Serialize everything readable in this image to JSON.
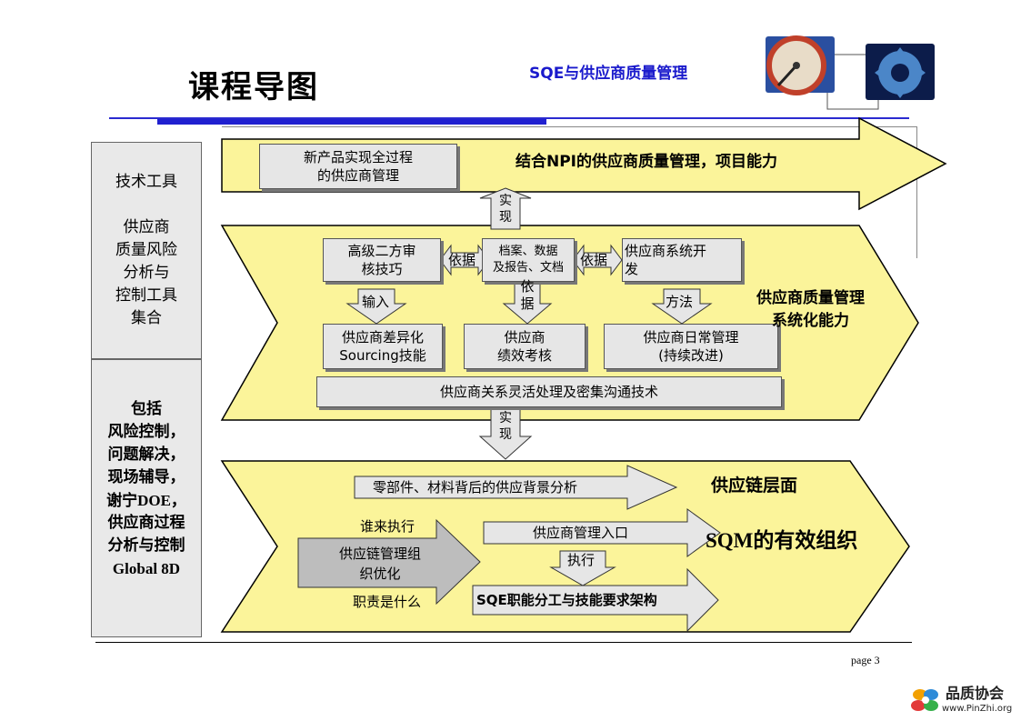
{
  "header": {
    "title": "课程导图",
    "subtitle": "SQE与供应商质量管理",
    "page_number": "page 3"
  },
  "left_column": {
    "top": [
      "技术工具",
      "",
      "供应商",
      "质量风险",
      "分析与",
      "控制工具",
      "集合"
    ],
    "bottom": [
      "包括",
      "风险控制，",
      "问题解决，",
      "现场辅导，",
      "谢宁DOE，",
      "供应商过程",
      "分析与控制",
      "Global 8D"
    ]
  },
  "band1": {
    "box": "新产品实现全过程\n的供应商管理",
    "label": "结合NPI的供应商质量管理，项目能力"
  },
  "arrow_up_label": "实\n现",
  "band2": {
    "box_audit": "高级二方审\n核技巧",
    "tag_basis_left": "依据",
    "box_docs": "档案、数据\n及报告、文档",
    "tag_basis_right": "依据",
    "box_dev": "供应商系统开\n发",
    "down_input": "输入",
    "down_basis": "依\n据",
    "down_method": "方法",
    "box_sourcing": "供应商差异化\nSourcing技能",
    "box_perf": "供应商\n绩效考核",
    "box_daily": "供应商日常管理\n(持续改进)",
    "box_relations": "供应商关系灵活处理及密集沟通技术",
    "label": "供应商质量管理\n系统化能力"
  },
  "arrow_down_label": "实\n现",
  "band3": {
    "arrow_background": "零部件、材料背后的供应背景分析",
    "label_chain": "供应链层面",
    "label_who": "谁来执行",
    "box_org": "供应链管理组\n织优化",
    "arrow_entry": "供应商管理入口",
    "tag_execute": "执行",
    "label_sqm": "SQM的有效组织",
    "label_duty": "职责是什么",
    "arrow_sqe": "SQE职能分工与技能要求架构"
  },
  "logo": {
    "name": "品质协会",
    "url": "www.PinZhi.org"
  },
  "colors": {
    "band_fill": "#fbf49a",
    "band_stroke": "#000000",
    "box_fill": "#e6e6e6",
    "title_blue": "#1a1acc",
    "org_box": "#bdbdbd"
  }
}
